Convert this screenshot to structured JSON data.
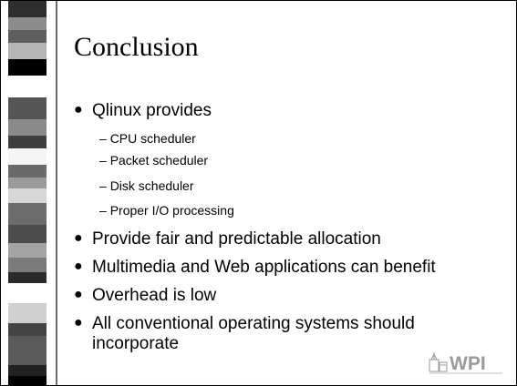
{
  "slide": {
    "title": "Conclusion",
    "bullets": [
      {
        "text": "Qlinux provides",
        "sub": [
          "CPU scheduler",
          "Packet scheduler",
          "Disk scheduler",
          "Proper I/O processing"
        ]
      },
      {
        "text": "Provide fair and predictable allocation"
      },
      {
        "text": "Multimedia and Web applications can benefit"
      },
      {
        "text": "Overhead is low"
      },
      {
        "text": "All conventional operating systems should",
        "text2": "incorporate"
      }
    ],
    "logo_text": "WPI"
  }
}
